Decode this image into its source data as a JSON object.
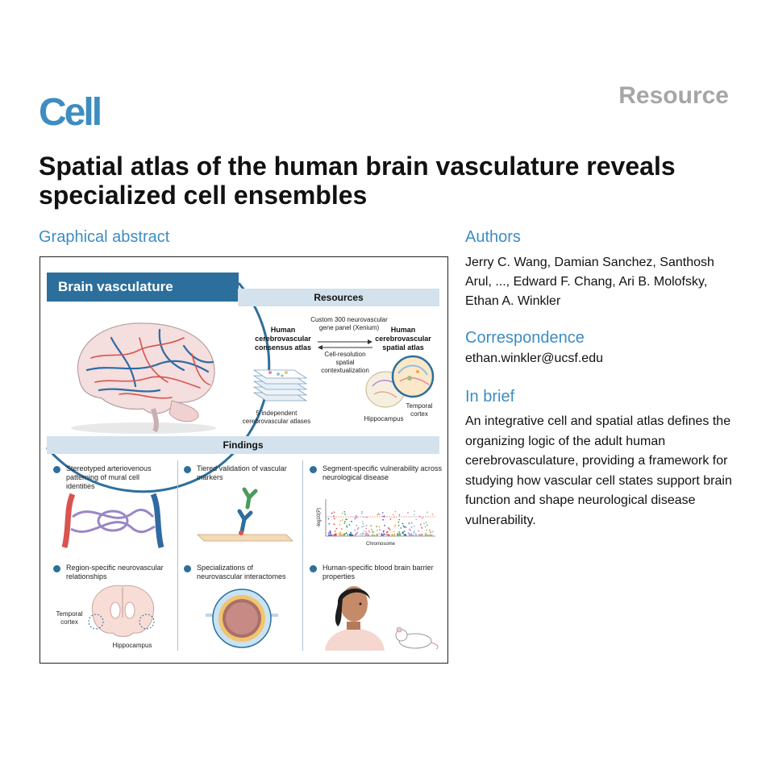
{
  "header": {
    "journal": "Cell",
    "article_type": "Resource"
  },
  "title": "Spatial atlas of the human brain vasculature reveals specialized cell ensembles",
  "sections": {
    "graphical_abstract": "Graphical abstract",
    "authors": "Authors",
    "correspondence": "Correspondence",
    "in_brief": "In brief"
  },
  "authors": "Jerry C. Wang, Damian Sanchez, Santhosh Arul, ..., Edward F. Chang, Ari B. Molofsky, Ethan A. Winkler",
  "correspondence_email": "ethan.winkler@ucsf.edu",
  "in_brief": "An integrative cell and spatial atlas defines the organizing logic of the adult human cerebrovasculature, providing a framework for studying how vascular cell states support brain function and shape neurological disease vulnerability.",
  "graphical_abstract": {
    "banner": "Brain vasculature",
    "resources_heading": "Resources",
    "findings_heading": "Findings",
    "consensus_atlas": "Human cerebrovascular consensus atlas",
    "spatial_atlas": "Human cerebrovascular spatial atlas",
    "panel_note": "Custom 300 neurovascular gene panel (Xenium)",
    "context_note": "Cell-resolution spatial contextualization",
    "stack_note": "5 independent cerebrovascular atlases",
    "temporal_cortex": "Temporal cortex",
    "hippocampus": "Hippocampus",
    "chromosome_label": "Chromosome",
    "ylabel": "-log10(P)",
    "findings": [
      {
        "text": "Stereotyped arteriovenous patterning of mural cell identities"
      },
      {
        "text": "Tiered validation of vascular markers"
      },
      {
        "text": "Segment-specific vulnerability across neurological disease"
      },
      {
        "text": "Region-specific neurovascular relationships"
      },
      {
        "text": "Specializations of neurovascular interactomes"
      },
      {
        "text": "Human-specific blood brain barrier properties"
      }
    ],
    "colors": {
      "accent": "#2d6f9c",
      "bar": "#d3e2ec",
      "artery": "#d9534f",
      "vein": "#2f6aa3"
    }
  }
}
